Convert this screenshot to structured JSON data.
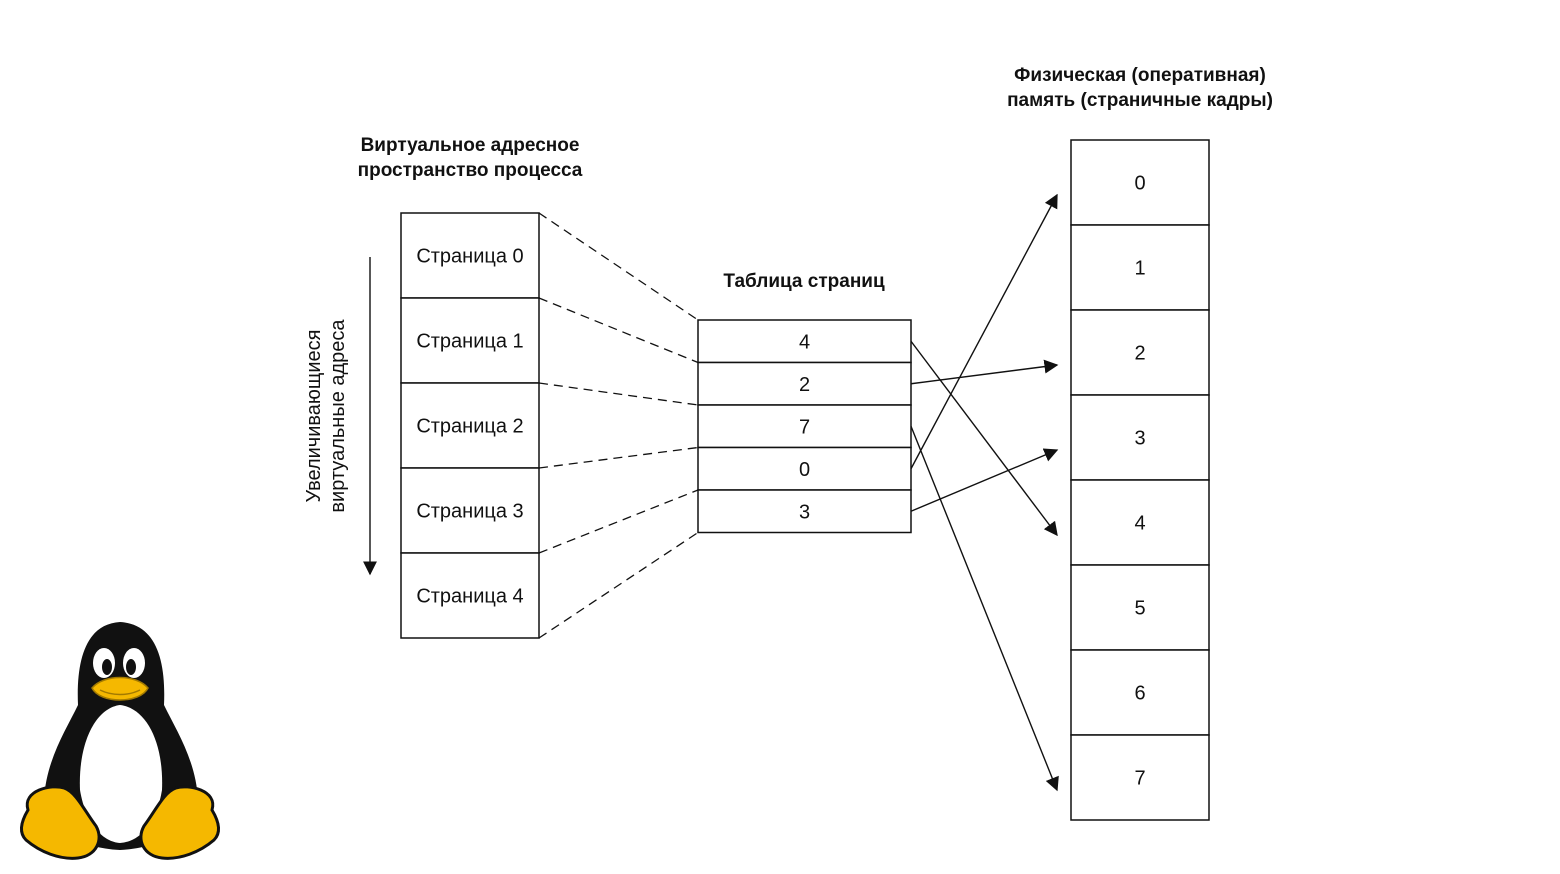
{
  "virtual_space": {
    "title_line1": "Виртуальное адресное",
    "title_line2": "пространство процесса",
    "pages": [
      "Страница 0",
      "Страница 1",
      "Страница 2",
      "Страница 3",
      "Страница 4"
    ]
  },
  "direction_label": {
    "line1": "Увеличивающиеся",
    "line2": "виртуальные адреса"
  },
  "page_table": {
    "title": "Таблица страниц",
    "entries": [
      "4",
      "2",
      "7",
      "0",
      "3"
    ]
  },
  "physical_memory": {
    "title_line1": "Физическая (оперативная)",
    "title_line2": "память (страничные кадры)",
    "frames": [
      "0",
      "1",
      "2",
      "3",
      "4",
      "5",
      "6",
      "7"
    ]
  },
  "mappings": [
    4,
    2,
    7,
    0,
    3
  ],
  "logo": {
    "icon": "tux-penguin-icon"
  }
}
